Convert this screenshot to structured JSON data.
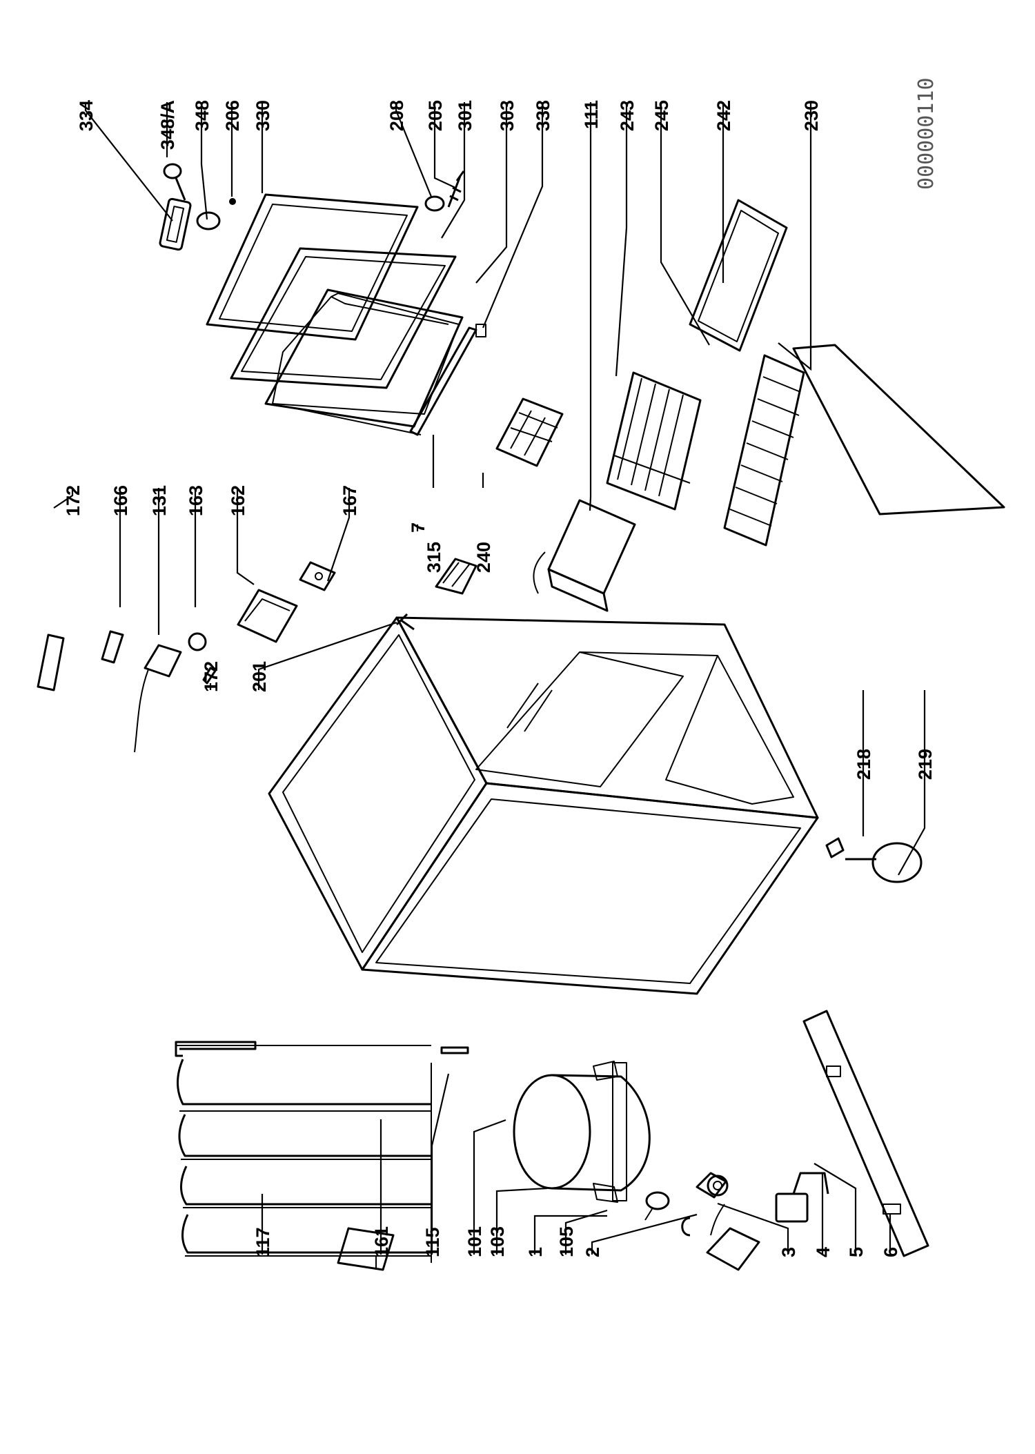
{
  "document_code": "000000110",
  "labels": {
    "p334": "334",
    "p348a": "348/A",
    "p348": "348",
    "p206": "206",
    "p330": "330",
    "p208": "208",
    "p205": "205",
    "p301": "301",
    "p303": "303",
    "p338": "338",
    "p111": "111",
    "p243": "243",
    "p245": "245",
    "p242": "242",
    "p230": "230",
    "p172a": "172",
    "p166": "166",
    "p131": "131",
    "p163": "163",
    "p162": "162",
    "p167": "167",
    "p7": "7",
    "p315": "315",
    "p240": "240",
    "p172b": "172",
    "p201": "201",
    "p218": "218",
    "p219": "219",
    "p117": "117",
    "p161": "161",
    "p115": "115",
    "p101": "101",
    "p103": "103",
    "p1": "1",
    "p105": "105",
    "p2": "2",
    "p3": "3",
    "p4": "4",
    "p5": "5",
    "p6": "6"
  }
}
